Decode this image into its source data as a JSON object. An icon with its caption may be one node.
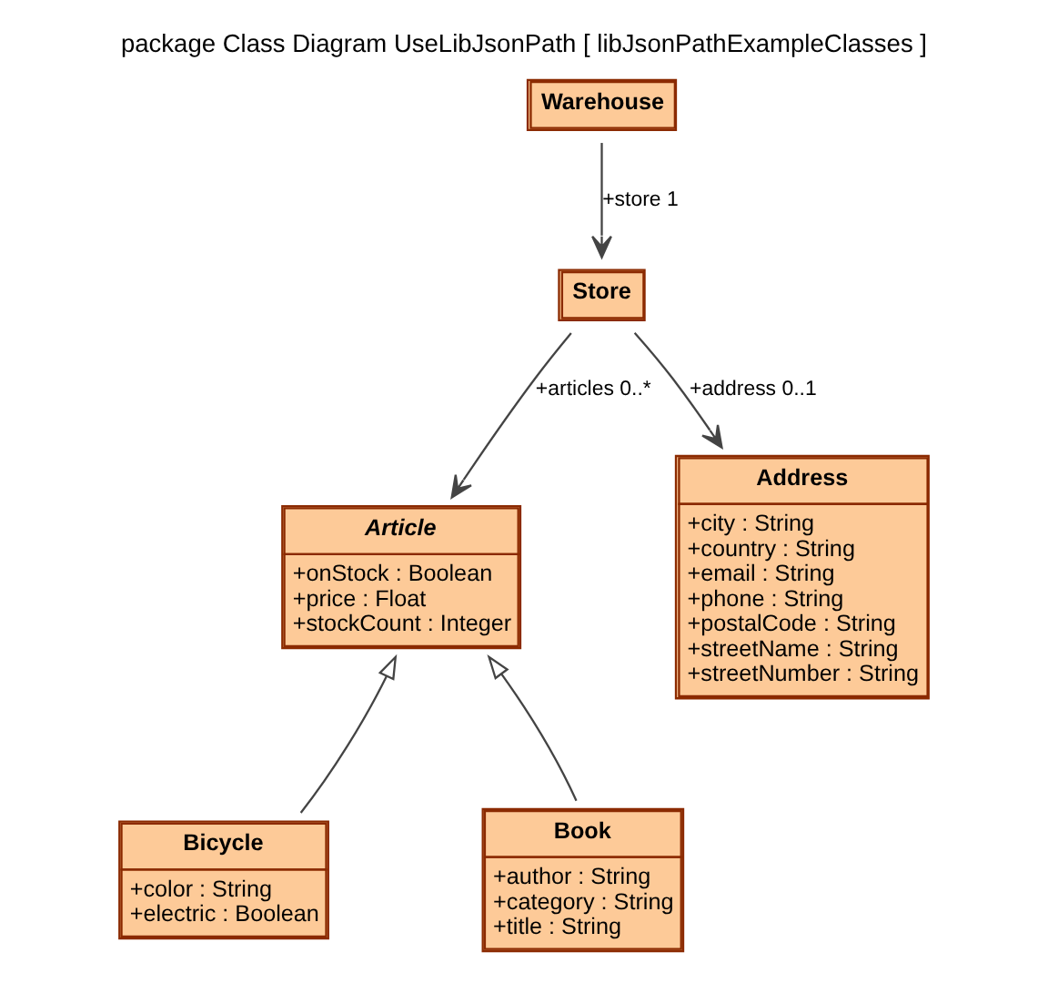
{
  "diagram": {
    "title": "package Class Diagram UseLibJsonPath [ libJsonPathExampleClasses ]",
    "nodes": [
      {
        "text": [
          "Warehouse"
        ]
      },
      {
        "text": [
          "Store"
        ]
      },
      {
        "text": [
          "Article",
          "+onStock : Boolean",
          "+price : Float",
          "+stockCount : Integer"
        ]
      },
      {
        "text": [
          "Address",
          "+city : String",
          "+country : String",
          "+email : String",
          "+phone : String",
          "+postalCode : String",
          "+streetName : String",
          "+streetNumber : String"
        ]
      },
      {
        "text": [
          "Bicycle",
          "+color : String",
          "+electric : Boolean"
        ]
      },
      {
        "text": [
          "Book",
          "+author : String",
          "+category : String",
          "+title : String"
        ]
      }
    ],
    "edges": [
      {
        "from": 0,
        "to": 1,
        "arrow": "to",
        "label": "+store 1"
      },
      {
        "from": 1,
        "to": 2,
        "arrow": "to",
        "label": "+articles 0..*"
      },
      {
        "from": 1,
        "to": 3,
        "arrow": "to",
        "label": "+address 0..1"
      },
      {
        "from": 4,
        "to": 2,
        "arrow": "to"
      },
      {
        "from": 5,
        "to": 2,
        "arrow": "to"
      }
    ]
  }
}
